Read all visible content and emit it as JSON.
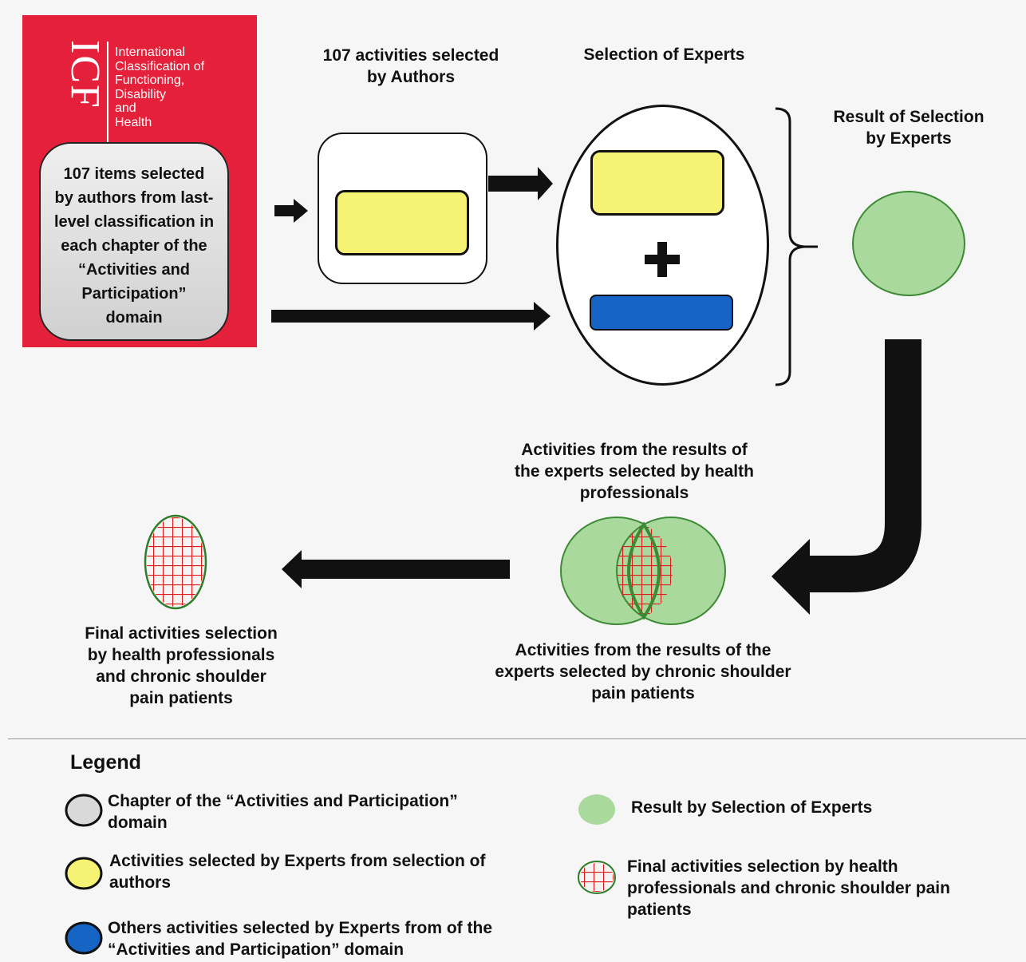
{
  "icf": {
    "logo": "ICF",
    "name_lines": [
      "International",
      "Classification of",
      "Functioning,",
      "Disability",
      "and",
      "Health"
    ],
    "chapter_lines": [
      "107 items selected",
      "by authors from last-",
      "level classification in",
      "each chapter of the",
      "“Activities and",
      "Participation”",
      "domain"
    ],
    "color": "#e5203a"
  },
  "labels": {
    "authors_line1": "107 activities selected",
    "authors_line2": "by Authors",
    "experts": "Selection of Experts",
    "result_line1": "Result of Selection",
    "result_line2": "by Experts",
    "health_prof_line1": "Activities from the results of",
    "health_prof_line2": "the experts selected by health",
    "health_prof_line3": "professionals",
    "patients_line1": "Activities from the results of the",
    "patients_line2": "experts selected by chronic shoulder",
    "patients_line3": "pain patients",
    "final_line1": "Final activities selection",
    "final_line2": "by health professionals",
    "final_line3": "and chronic shoulder",
    "final_line4": "pain patients"
  },
  "legend": {
    "title": "Legend",
    "gray_line1": "Chapter  of the “Activities and Participation”",
    "gray_line2": "domain",
    "yellow_line1": "Activities selected by Experts from selection of",
    "yellow_line2": "authors",
    "blue_line1": "Others activities selected by Experts from of the",
    "blue_line2": "“Activities and Participation” domain",
    "green": "Result by Selection of Experts",
    "hatched_line1": "Final activities selection by health",
    "hatched_line2": "professionals  and chronic shoulder pain",
    "hatched_line3": "patients"
  },
  "colors": {
    "yellow": "#f6f374",
    "blue": "#1664c4",
    "green": "#a9d99d",
    "green_border": "#3d8a35",
    "grid_red": "#e2191b",
    "gray": "#d9d9d9"
  }
}
